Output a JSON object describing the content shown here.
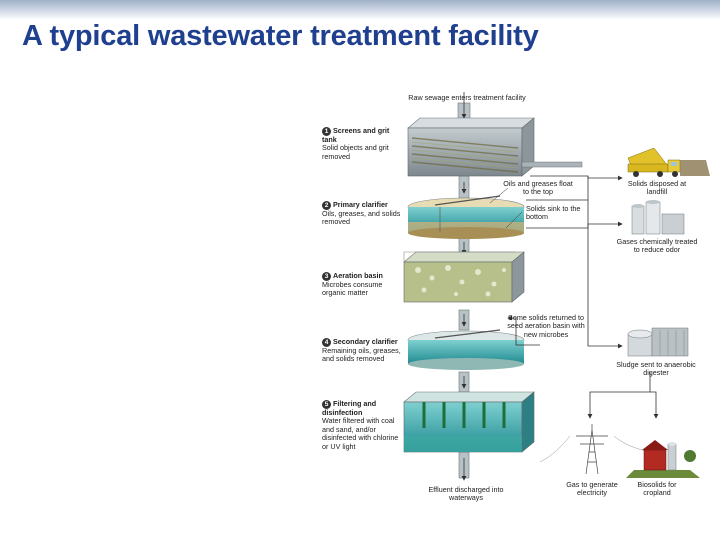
{
  "title": "A typical wastewater treatment facility",
  "diagram": {
    "intake_label": "Raw sewage enters treatment facility",
    "steps": [
      {
        "number": "1",
        "name": "Screens and grit tank",
        "description": "Solid objects and grit removed"
      },
      {
        "number": "2",
        "name": "Primary clarifier",
        "description": "Oils, greases, and solids removed"
      },
      {
        "number": "3",
        "name": "Aeration basin",
        "description": "Microbes consume organic matter"
      },
      {
        "number": "4",
        "name": "Secondary clarifier",
        "description": "Remaining oils, greases, and solids removed"
      },
      {
        "number": "5",
        "name": "Filtering and disinfection",
        "description": "Water filtered with coal and sand, and/or disinfected with chlorine or UV light"
      }
    ],
    "annotations": {
      "oils_float": "Oils and greases float to the top",
      "solids_sink": "Solids sink to the bottom",
      "returned_solids": "Some solids returned to seed aeration basin with new microbes"
    },
    "outputs": {
      "landfill": "Solids disposed at landfill",
      "gases": "Gases chemically treated to reduce odor",
      "digester": "Sludge sent to anaerobic digester",
      "electricity": "Gas to generate electricity",
      "biosolids": "Biosolids for cropland"
    },
    "effluent_label": "Effluent discharged into waterways"
  },
  "colors": {
    "title": "#1f3f8f",
    "water": "#2fa4a8",
    "concrete": "#9aa3a8",
    "sludge": "#c9b27a",
    "arrow": "#333333"
  }
}
